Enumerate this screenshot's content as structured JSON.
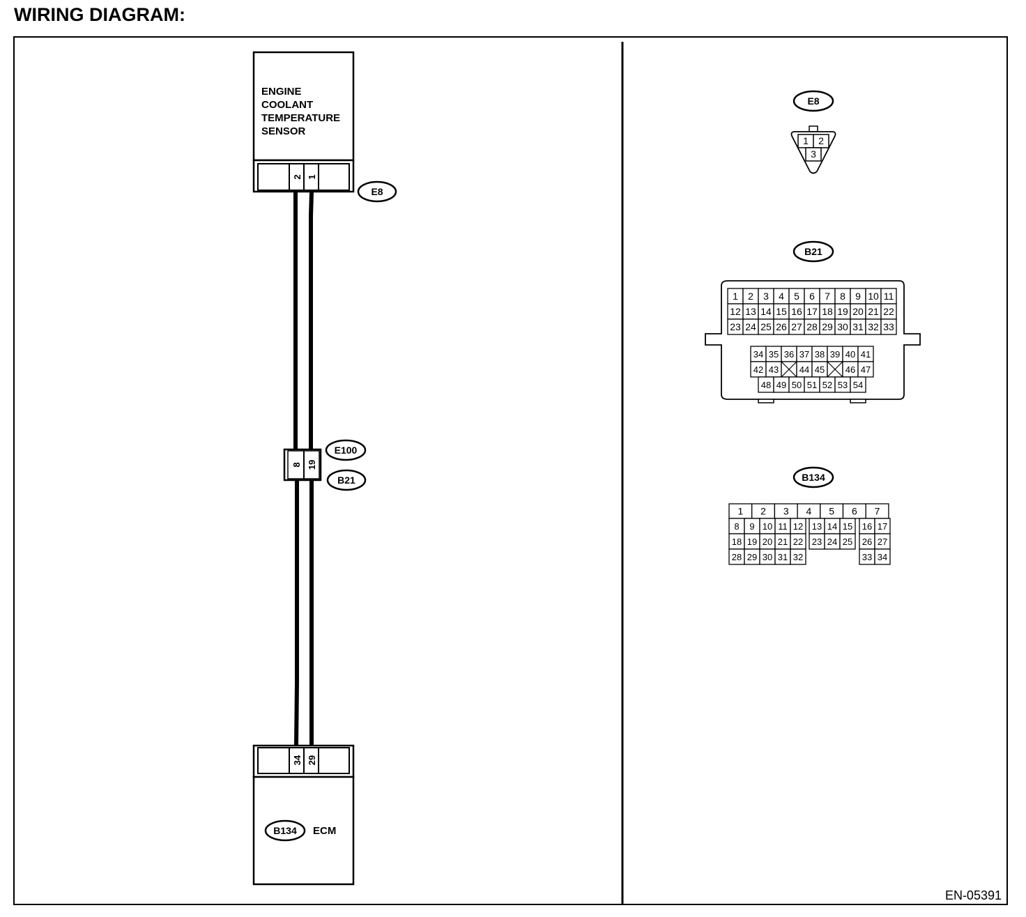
{
  "title": "WIRING DIAGRAM:",
  "figure_code": "EN-05391",
  "sensor": {
    "name_lines": [
      "ENGINE",
      "COOLANT",
      "TEMPERATURE",
      "SENSOR"
    ],
    "connector": "E8",
    "pins": [
      "2",
      "1"
    ]
  },
  "joint_connector": {
    "top_label": "E100",
    "bottom_label": "B21",
    "pins": [
      "8",
      "19"
    ]
  },
  "ecm": {
    "name": "ECM",
    "connector": "B134",
    "pins": [
      "34",
      "29"
    ]
  },
  "connector_views": {
    "e8": {
      "label": "E8",
      "pins": [
        "1",
        "2",
        "3"
      ]
    },
    "b21": {
      "label": "B21",
      "rows": [
        [
          "1",
          "2",
          "3",
          "4",
          "5",
          "6",
          "7",
          "8",
          "9",
          "10",
          "11"
        ],
        [
          "12",
          "13",
          "14",
          "15",
          "16",
          "17",
          "18",
          "19",
          "20",
          "21",
          "22"
        ],
        [
          "23",
          "24",
          "25",
          "26",
          "27",
          "28",
          "29",
          "30",
          "31",
          "32",
          "33"
        ],
        [
          "34",
          "35",
          "36",
          "37",
          "38",
          "39",
          "40",
          "41"
        ],
        [
          "42",
          "43",
          "",
          "44",
          "45",
          "",
          "46",
          "47"
        ],
        [
          "48",
          "49",
          "50",
          "51",
          "52",
          "53",
          "54"
        ]
      ]
    },
    "b134": {
      "label": "B134",
      "top_row": [
        "1",
        "2",
        "3",
        "4",
        "5",
        "6",
        "7"
      ],
      "rows": [
        [
          "8",
          "9",
          "10",
          "11",
          "12",
          "13",
          "14",
          "15",
          "16",
          "17"
        ],
        [
          "18",
          "19",
          "20",
          "21",
          "22",
          "23",
          "24",
          "25",
          "26",
          "27"
        ],
        [
          "28",
          "29",
          "30",
          "31",
          "32",
          "33",
          "34"
        ]
      ]
    }
  }
}
